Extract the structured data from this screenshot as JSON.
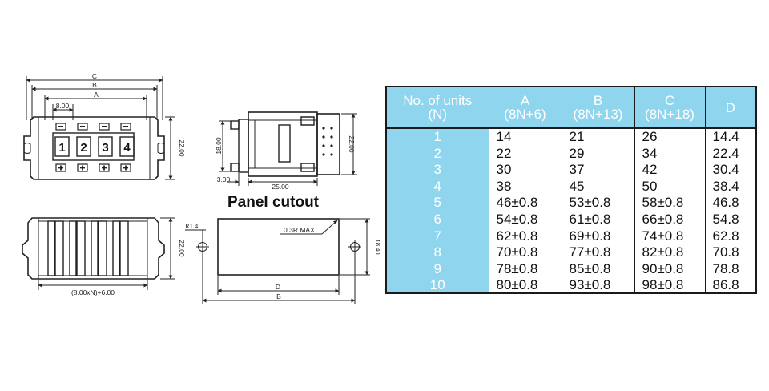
{
  "drawing": {
    "top_view": {
      "dim_c": "C",
      "dim_b": "B",
      "dim_a": "A",
      "pitch": "8.00",
      "height": "22.00",
      "digits": [
        "1",
        "2",
        "3",
        "4"
      ]
    },
    "side_view": {
      "height": "18.00",
      "depth": "22.00",
      "offset": "3.00",
      "length": "25.00"
    },
    "bottom_view": {
      "width_formula": "(8.00xN)+6.00",
      "height": "22.00"
    },
    "panel_cutout": {
      "title": "Panel cutout",
      "radius": "R1.4",
      "corner": "0.3R  MAX",
      "height": "18.40",
      "dim_d": "D",
      "dim_b": "B"
    }
  },
  "table": {
    "headers": [
      {
        "line1": "No. of units",
        "line2": "(N)"
      },
      {
        "line1": "A",
        "line2": "(8N+6)"
      },
      {
        "line1": "B",
        "line2": "(8N+13)"
      },
      {
        "line1": "C",
        "line2": "(8N+18)"
      },
      {
        "line1": "D",
        "line2": ""
      }
    ],
    "rows": [
      [
        "1",
        "14",
        "21",
        "26",
        "14.4"
      ],
      [
        "2",
        "22",
        "29",
        "34",
        "22.4"
      ],
      [
        "3",
        "30",
        "37",
        "42",
        "30.4"
      ],
      [
        "4",
        "38",
        "45",
        "50",
        "38.4"
      ],
      [
        "5",
        "46±0.8",
        "53±0.8",
        "58±0.8",
        "46.8"
      ],
      [
        "6",
        "54±0.8",
        "61±0.8",
        "66±0.8",
        "54.8"
      ],
      [
        "7",
        "62±0.8",
        "69±0.8",
        "74±0.8",
        "62.8"
      ],
      [
        "8",
        "70±0.8",
        "77±0.8",
        "82±0.8",
        "70.8"
      ],
      [
        "9",
        "78±0.8",
        "85±0.8",
        "90±0.8",
        "78.8"
      ],
      [
        "10",
        "80±0.8",
        "93±0.8",
        "98±0.8",
        "86.8"
      ]
    ]
  },
  "colors": {
    "header_bg": "#8fd5ee",
    "header_text": "#ffffff",
    "line": "#1a1a1a"
  }
}
